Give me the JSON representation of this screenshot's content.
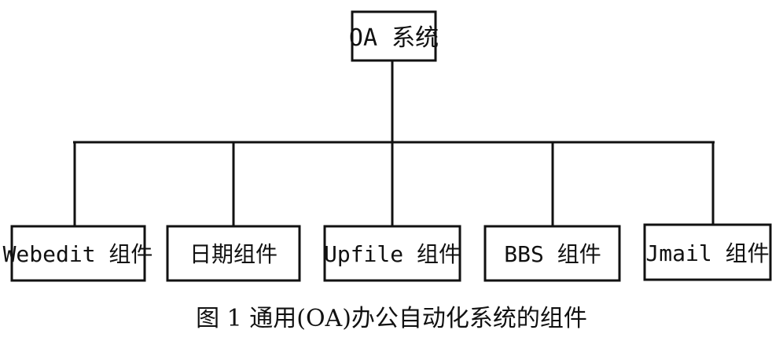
{
  "diagram": {
    "root": {
      "label": "OA 系统"
    },
    "children": [
      {
        "label": "Webedit 组件"
      },
      {
        "label": "日期组件"
      },
      {
        "label": "Upfile 组件"
      },
      {
        "label": "BBS 组件"
      },
      {
        "label": "Jmail 组件"
      }
    ],
    "caption": "图 1 通用(OA)办公自动化系统的组件",
    "colors": {
      "line": "#111111",
      "box_border": "#111111",
      "background": "#ffffff"
    }
  }
}
